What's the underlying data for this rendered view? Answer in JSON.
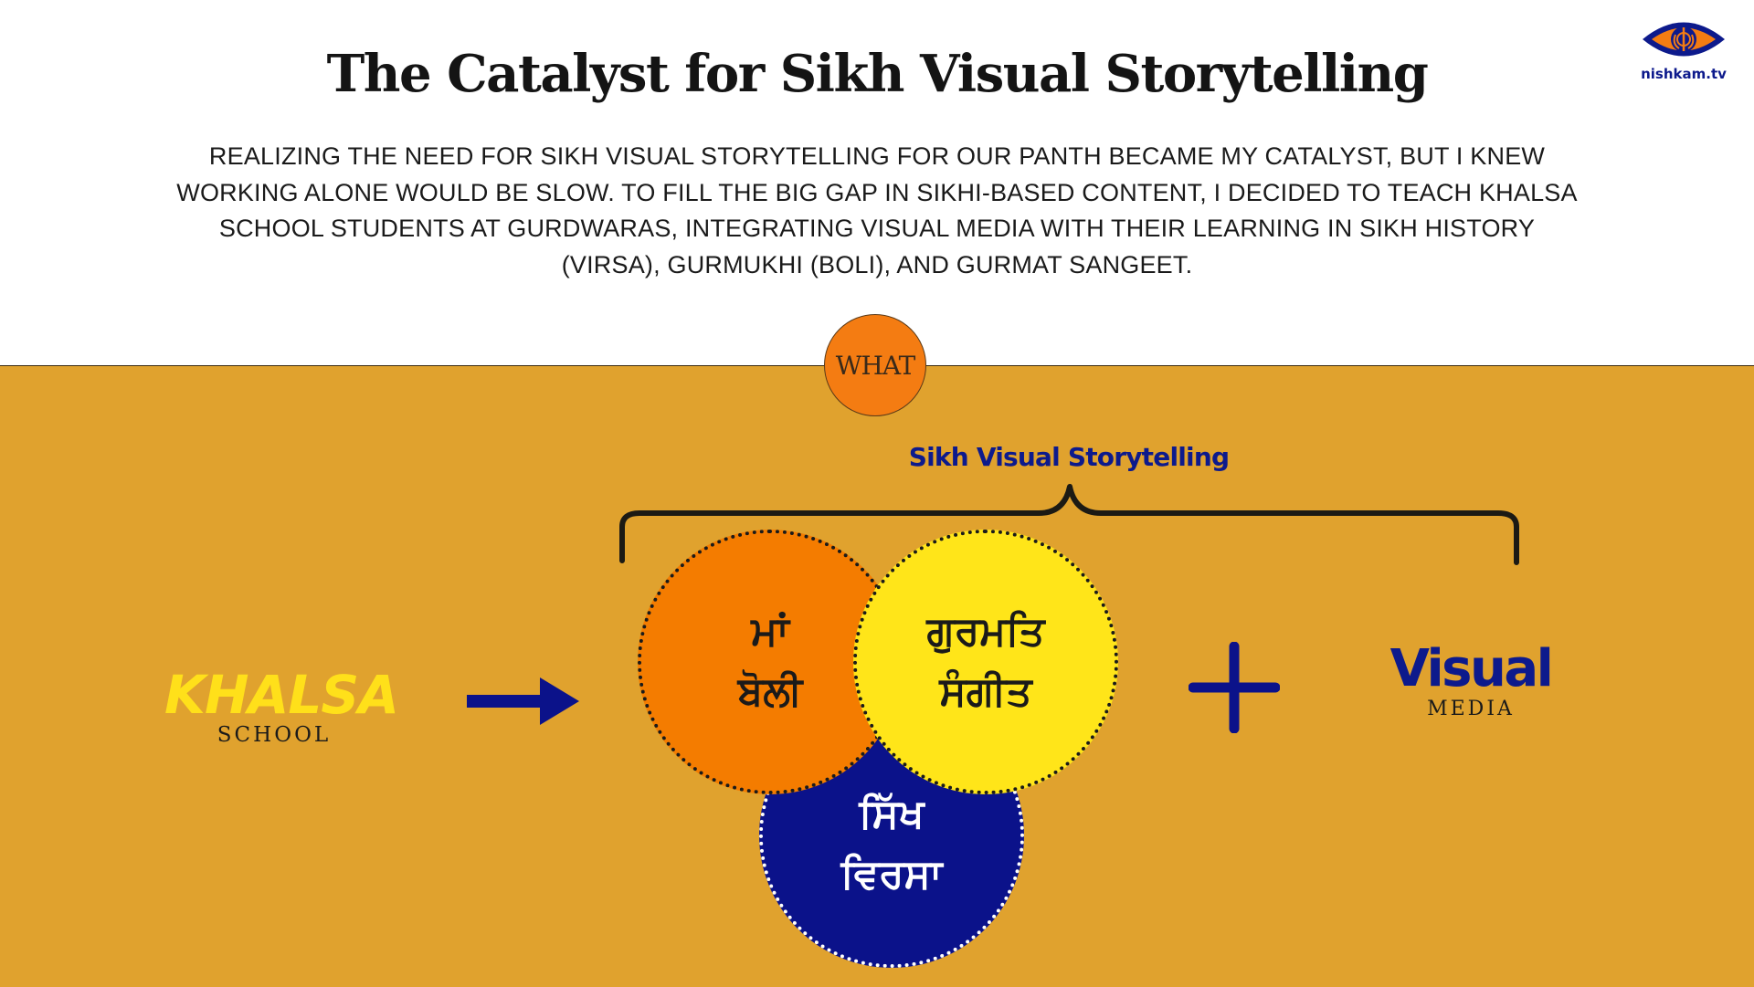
{
  "title": "The Catalyst for Sikh Visual Storytelling",
  "intro": "REALIZING THE NEED FOR SIKH VISUAL STORYTELLING FOR OUR PANTH BECAME MY CATALYST, BUT I KNEW WORKING ALONE WOULD BE SLOW. TO FILL THE BIG GAP IN SIKHI-BASED CONTENT, I DECIDED TO TEACH KHALSA SCHOOL STUDENTS AT GURDWARAS, INTEGRATING VISUAL MEDIA WITH THEIR LEARNING IN SIKH HISTORY (VIRSA), GURMUKHI (BOLI), AND GURMAT SANGEET.",
  "logo": {
    "text": "nishkam.tv",
    "icon": "eye-khanda-icon"
  },
  "what_label": "WHAT",
  "storytelling_label": "Sikh Visual Storytelling",
  "khalsa": {
    "main": "KHALSA",
    "sub": "SCHOOL"
  },
  "circles": {
    "maa_boli": {
      "line1": "ਮਾਂ",
      "line2": "ਬੋਲੀ",
      "color": "#f47c00"
    },
    "gurmat_sangeet": {
      "line1": "ਗੁਰਮਤਿ",
      "line2": "ਸੰਗੀਤ",
      "color": "#ffe519"
    },
    "sikh_virsa": {
      "line1": "ਸਿੱਖ",
      "line2": "ਵਿਰਸਾ",
      "color": "#0b128a"
    }
  },
  "visual": {
    "main": "Visual",
    "sub": "MEDIA"
  },
  "colors": {
    "band": "#e0a22e",
    "accent_blue": "#0d1a8c",
    "what_circle": "#f47c12"
  }
}
